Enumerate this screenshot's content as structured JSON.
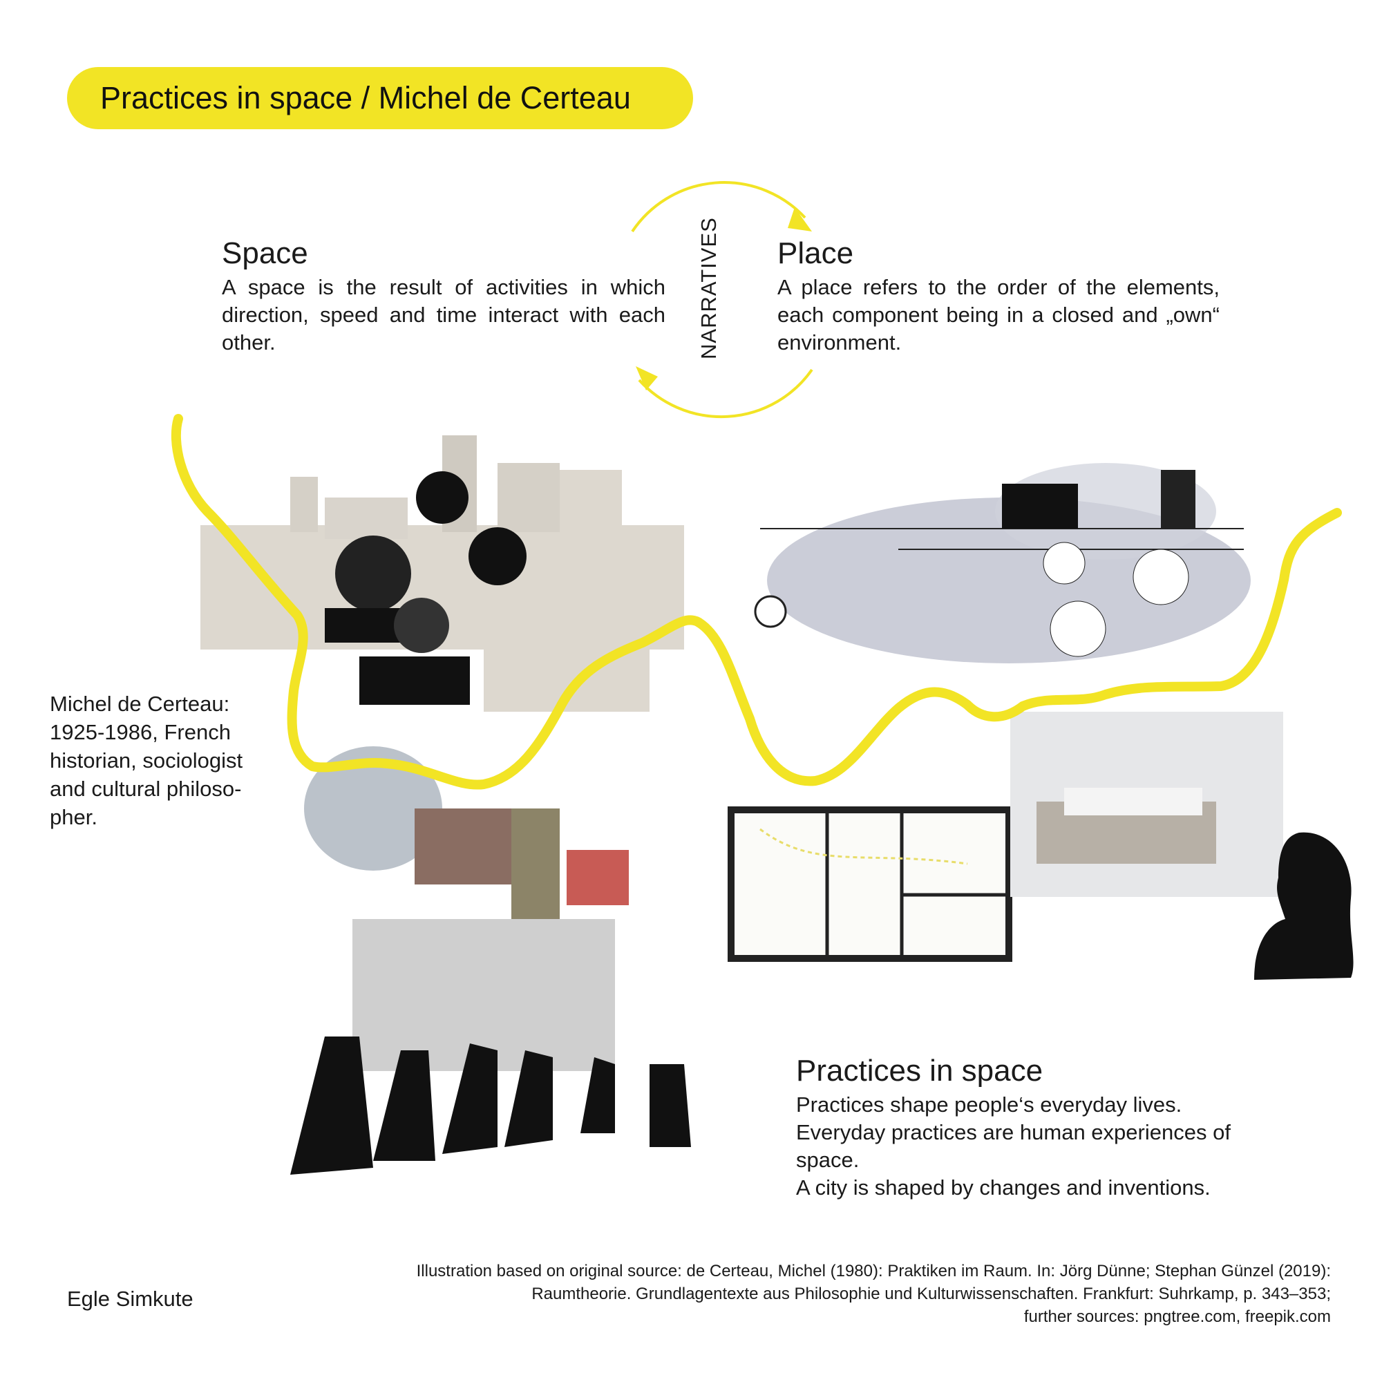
{
  "title": "Practices in space / Michel de Certeau",
  "space": {
    "heading": "Space",
    "body": "A space is the result of activities in which direction, speed and time interact with each other."
  },
  "cycle_label": "NARRATIVES",
  "place": {
    "heading": "Place",
    "body": "A place refers to the order of the elements, each component being in a closed and „own“ environment."
  },
  "bio": "Michel de Certeau: 1925-1986, French historian, sociologist and cultural philoso-pher.",
  "practices": {
    "heading": "Practices in space",
    "lines": [
      "Practices shape people‘s everyday lives.",
      "Everyday practices are human experiences of space.",
      "A city is shaped by changes and inventions."
    ]
  },
  "author": "Egle Simkute",
  "footer": {
    "lines": [
      "Illustration based on original source: de Certeau, Michel (1980): Praktiken im Raum. In: Jörg Dünne; Stephan Günzel (2019):",
      "Raumtheorie. Grundlagentexte aus Philosophie und Kulturwissenschaften. Frankfurt: Suhrkamp, p. 343–353;",
      "further sources: pngtree.com, freepik.com"
    ]
  },
  "colors": {
    "accent": "#f2e425",
    "text": "#1a1a1a"
  }
}
